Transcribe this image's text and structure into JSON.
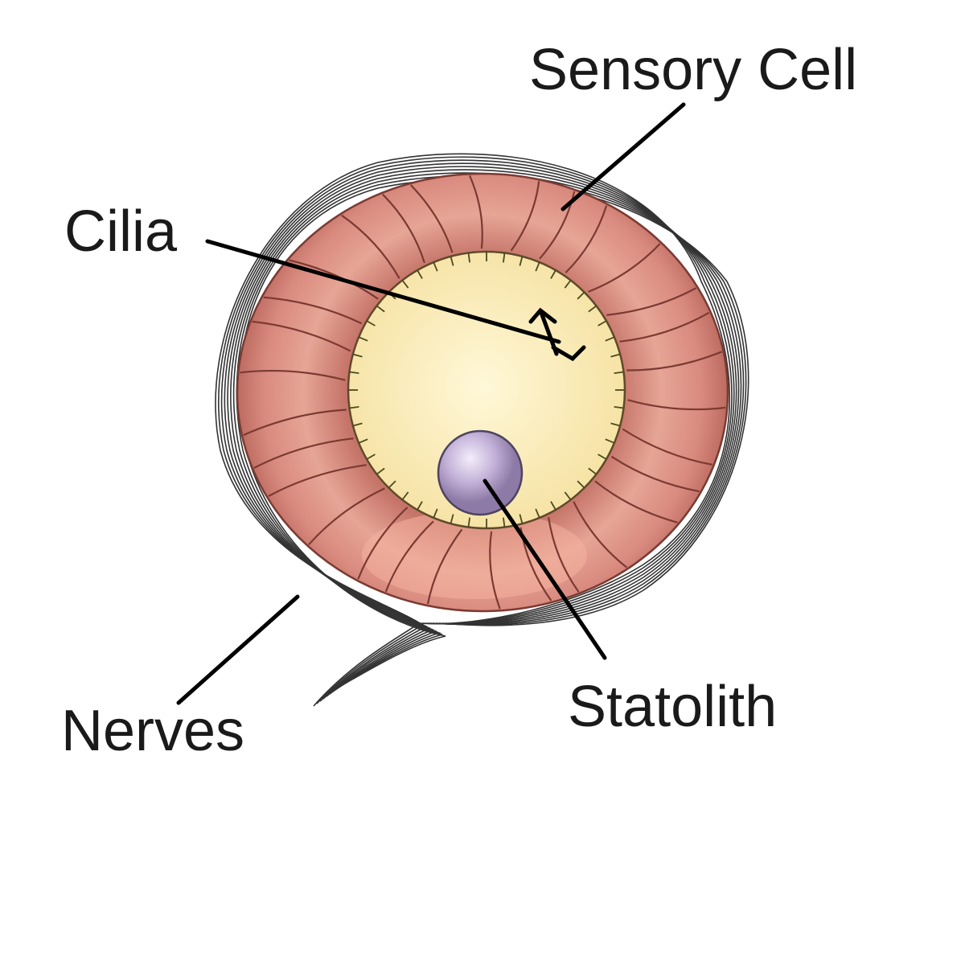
{
  "labels": {
    "sensory_cell": "Sensory Cell",
    "cilia": "Cilia",
    "nerves": "Nerves",
    "statolith": "Statolith"
  },
  "colors": {
    "cell_ring": "#d98a7e",
    "cell_ring_dark": "#b8665c",
    "cell_ring_light": "#f2c2b4",
    "lumen": "#fbefc0",
    "statolith": "#b9a6cf",
    "statolith_highlight": "#f3eefa",
    "nerve_line": "#333333",
    "label_line": "#000000"
  }
}
